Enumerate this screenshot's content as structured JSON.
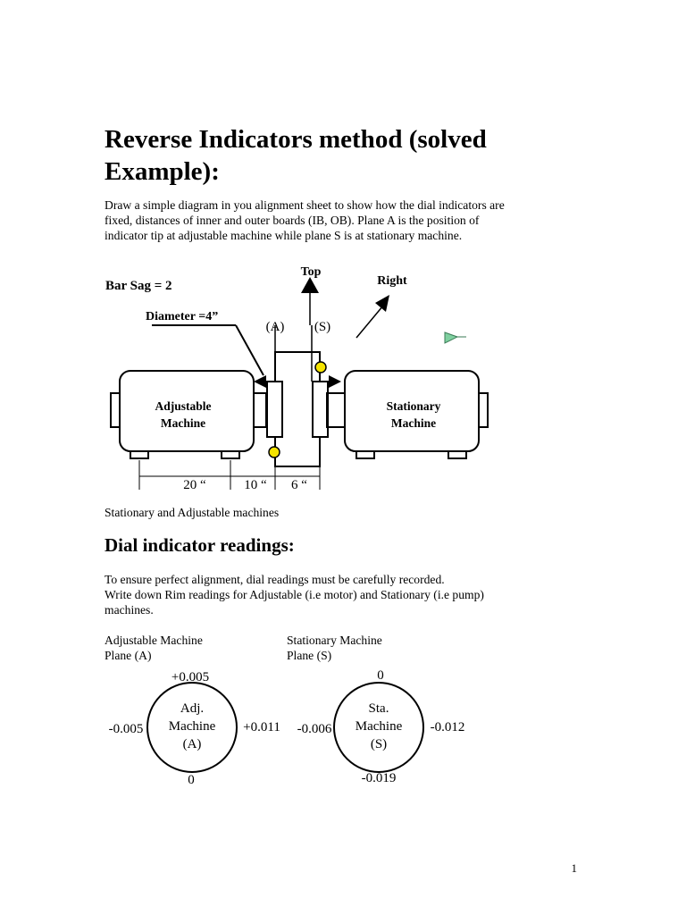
{
  "title": "Reverse Indicators method (solved Example):",
  "intro": [
    "Draw a simple diagram in you alignment sheet to show how the dial indicators are",
    "fixed, distances of inner and outer boards (IB, OB). Plane A is the position of",
    "indicator tip at adjustable machine while plane S is at stationary machine."
  ],
  "diagram": {
    "bar_sag": "Bar Sag = 2",
    "top": "Top",
    "right": "Right",
    "diameter": "Diameter =4”",
    "plane_a": "(A)",
    "plane_s": "(S)",
    "adjustable_line1": "Adjustable",
    "adjustable_line2": "Machine",
    "stationary_line1": "Stationary",
    "stationary_line2": "Machine",
    "dim_20": "20 “",
    "dim_10": "10 “",
    "dim_6": "6 “"
  },
  "caption": "Stationary and Adjustable machines",
  "section_heading": "Dial indicator readings:",
  "readings_text": [
    "To ensure perfect alignment, dial readings must be carefully recorded.",
    "Write down Rim readings for Adjustable (i.e motor) and Stationary (i.e pump)",
    "machines."
  ],
  "adjustable": {
    "label_line1": "Adjustable Machine",
    "label_line2": "Plane (A)",
    "top": "+0.005",
    "left": "-0.005",
    "right": "+0.011",
    "bottom": "0",
    "circle_line1": "Adj.",
    "circle_line2": "Machine",
    "circle_line3": "(A)"
  },
  "stationary": {
    "label_line1": "Stationary Machine",
    "label_line2": "Plane (S)",
    "top": "0",
    "left": "-0.006",
    "right": "-0.012",
    "bottom": "-0.019",
    "circle_line1": "Sta.",
    "circle_line2": "Machine",
    "circle_line3": "(S)"
  },
  "page_number": "1"
}
